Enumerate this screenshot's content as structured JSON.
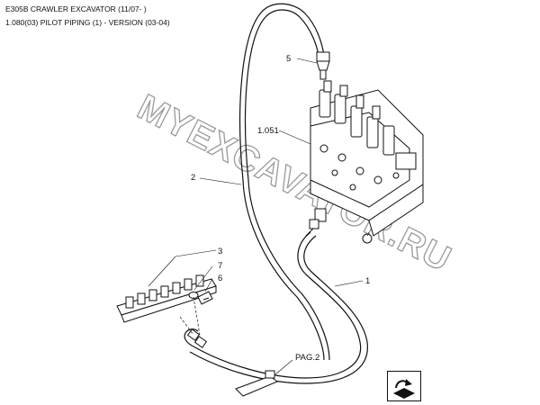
{
  "header": {
    "model": "E305B CRAWLER EXCAVATOR (11/07- )",
    "section": "1.080(03) PILOT PIPING (1) - VERSION (03-04)"
  },
  "watermark": "MYEXCAVATOR.RU",
  "callouts": {
    "part_5": "5",
    "part_1051": "1.051",
    "part_2": "2",
    "part_3": "3",
    "part_7": "7",
    "part_6": "6",
    "part_1": "1",
    "page_ref": "PAG.2"
  },
  "icons": {
    "next_page": "page-turn-arrow-icon"
  },
  "colors": {
    "line": "#111111",
    "watermark_stroke": "#9a9a9a"
  }
}
